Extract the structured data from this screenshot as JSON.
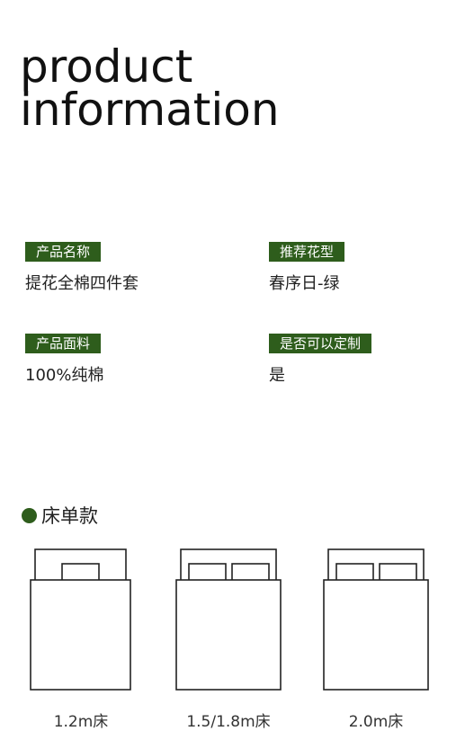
{
  "title": {
    "line1": "product",
    "line2": "information"
  },
  "fields": [
    {
      "label": "产品名称",
      "value": "提花全棉四件套"
    },
    {
      "label": "推荐花型",
      "value": "春序日-绿"
    },
    {
      "label": "产品面料",
      "value": "100%纯棉"
    },
    {
      "label": "是否可以定制",
      "value": "是"
    }
  ],
  "section": {
    "title": "床单款"
  },
  "beds": [
    {
      "label": "1.2m床",
      "pillows": 1
    },
    {
      "label": "1.5/1.8m床",
      "pillows": 2
    },
    {
      "label": "2.0m床",
      "pillows": 2
    }
  ],
  "colors": {
    "accent": "#2e5d1c"
  }
}
